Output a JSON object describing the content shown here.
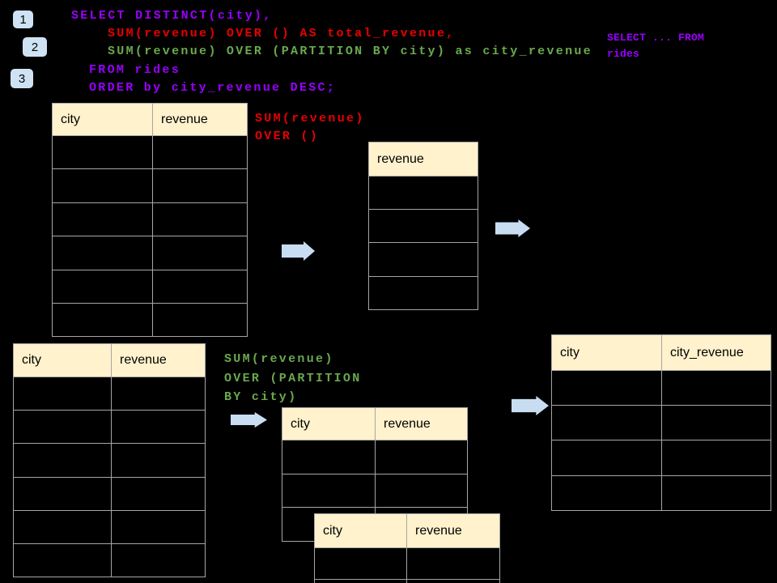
{
  "palette": {
    "background": "#000000",
    "code_purple": "#9900ff",
    "code_red": "#e60000",
    "code_green": "#6aa84f",
    "table_header_fill": "#fff2cc",
    "table_border": "#a6a6a6",
    "badge_fill": "#cfe2f3",
    "arrow_fill": "#c9ddf2"
  },
  "badges": [
    {
      "label": "1"
    },
    {
      "label": "2"
    },
    {
      "label": "3"
    }
  ],
  "code": {
    "lines": [
      {
        "text": "SELECT DISTINCT(city),",
        "color": "purple"
      },
      {
        "text": "SUM(revenue) OVER () AS total_revenue,",
        "color": "red"
      },
      {
        "text": "SUM(revenue) OVER (PARTITION BY city) as city_revenue",
        "color": "green"
      },
      {
        "text": "FROM rides",
        "color": "purple"
      },
      {
        "text": "ORDER by city_revenue DESC;",
        "color": "purple"
      }
    ]
  },
  "side_note": {
    "color": "purple",
    "lines": [
      "SELECT ... FROM",
      "rides"
    ]
  },
  "labels": {
    "total_window": {
      "color": "red",
      "lines": [
        "SUM(revenue)",
        "OVER ()"
      ]
    },
    "partition_window": {
      "color": "green",
      "lines": [
        "SUM(revenue)",
        "OVER (PARTITION",
        "BY city)"
      ]
    }
  },
  "tables": {
    "source_top": {
      "headers": [
        "city",
        "revenue"
      ],
      "empty_rows": 6
    },
    "total_result": {
      "headers": [
        "revenue"
      ],
      "empty_rows": 4
    },
    "source_bottom": {
      "headers": [
        "city",
        "revenue"
      ],
      "empty_rows": 6
    },
    "partition_mid": {
      "headers": [
        "city",
        "revenue"
      ],
      "empty_rows": 3
    },
    "partition_overlay": {
      "headers": [
        "city",
        "revenue"
      ],
      "empty_rows": 2
    },
    "city_revenue_result": {
      "headers": [
        "city",
        "city_revenue"
      ],
      "empty_rows": 4
    }
  },
  "arrows": [
    {
      "name": "source-to-revenue"
    },
    {
      "name": "revenue-to-result"
    },
    {
      "name": "source-to-partition"
    },
    {
      "name": "partition-to-result"
    }
  ]
}
